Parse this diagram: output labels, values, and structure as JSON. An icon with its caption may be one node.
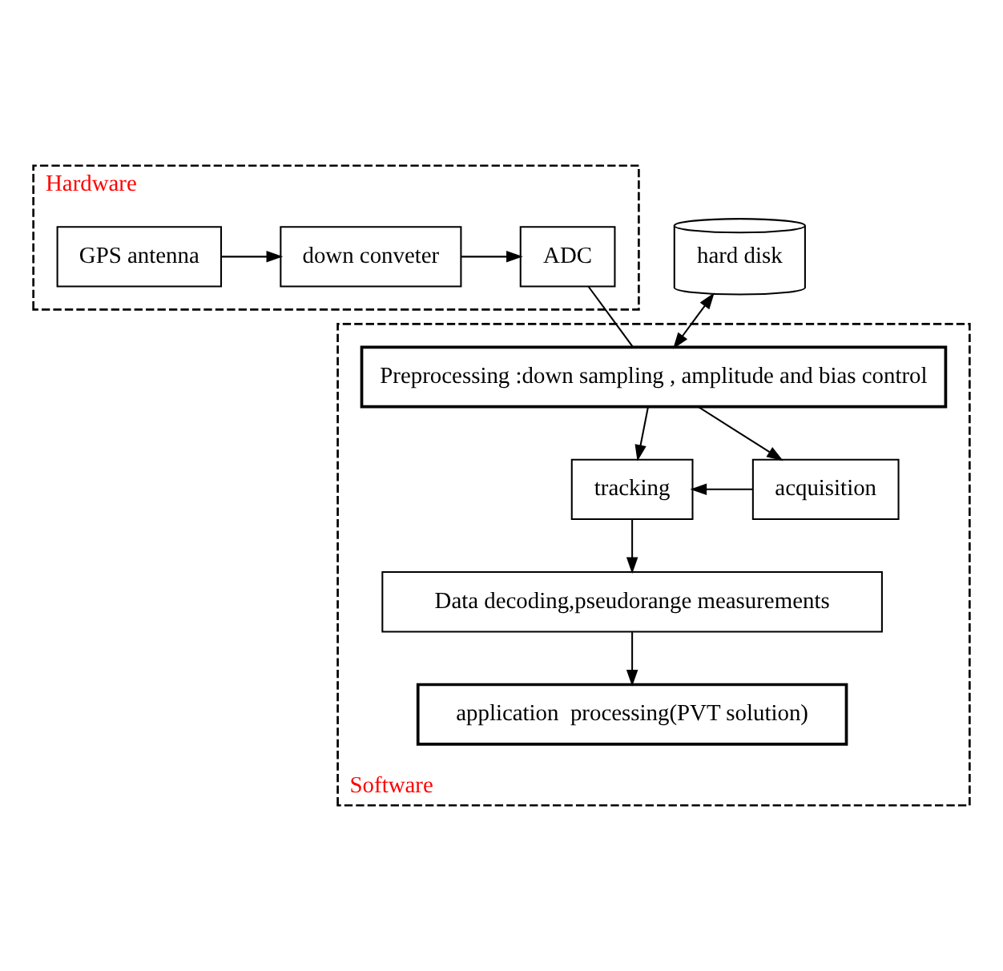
{
  "diagram": {
    "nodes": [
      {
        "text": [
          "Hardware"
        ]
      },
      {
        "text": [
          "GPS antenna"
        ],
        "in": 0
      },
      {
        "text": [
          "down conveter"
        ],
        "in": 0
      },
      {
        "text": [
          "ADC"
        ],
        "in": 0
      },
      {
        "text": [
          "hard disk"
        ]
      },
      {
        "text": [
          "Software"
        ]
      },
      {
        "text": [
          "Preprocessing :down sampling , amplitude and bias control"
        ],
        "in": 5
      },
      {
        "text": [
          "tracking"
        ],
        "in": 5
      },
      {
        "text": [
          "acquisition"
        ],
        "in": 5
      },
      {
        "text": [
          "Data decoding,pseudorange measurements"
        ],
        "in": 5
      },
      {
        "text": [
          "application  processing(PVT solution)"
        ],
        "in": 5
      }
    ],
    "edges": [
      {
        "from": 1,
        "to": 2,
        "arrow": "to"
      },
      {
        "from": 2,
        "to": 3,
        "arrow": "to"
      },
      {
        "from": 3,
        "to": 6,
        "arrow": "none"
      },
      {
        "from": 4,
        "to": 6,
        "arrow": "both"
      },
      {
        "from": 6,
        "to": 7,
        "arrow": "to"
      },
      {
        "from": 6,
        "to": 8,
        "arrow": "to"
      },
      {
        "from": 8,
        "to": 7,
        "arrow": "to"
      },
      {
        "from": 7,
        "to": 9,
        "arrow": "to"
      },
      {
        "from": 9,
        "to": 10,
        "arrow": "to"
      }
    ]
  }
}
